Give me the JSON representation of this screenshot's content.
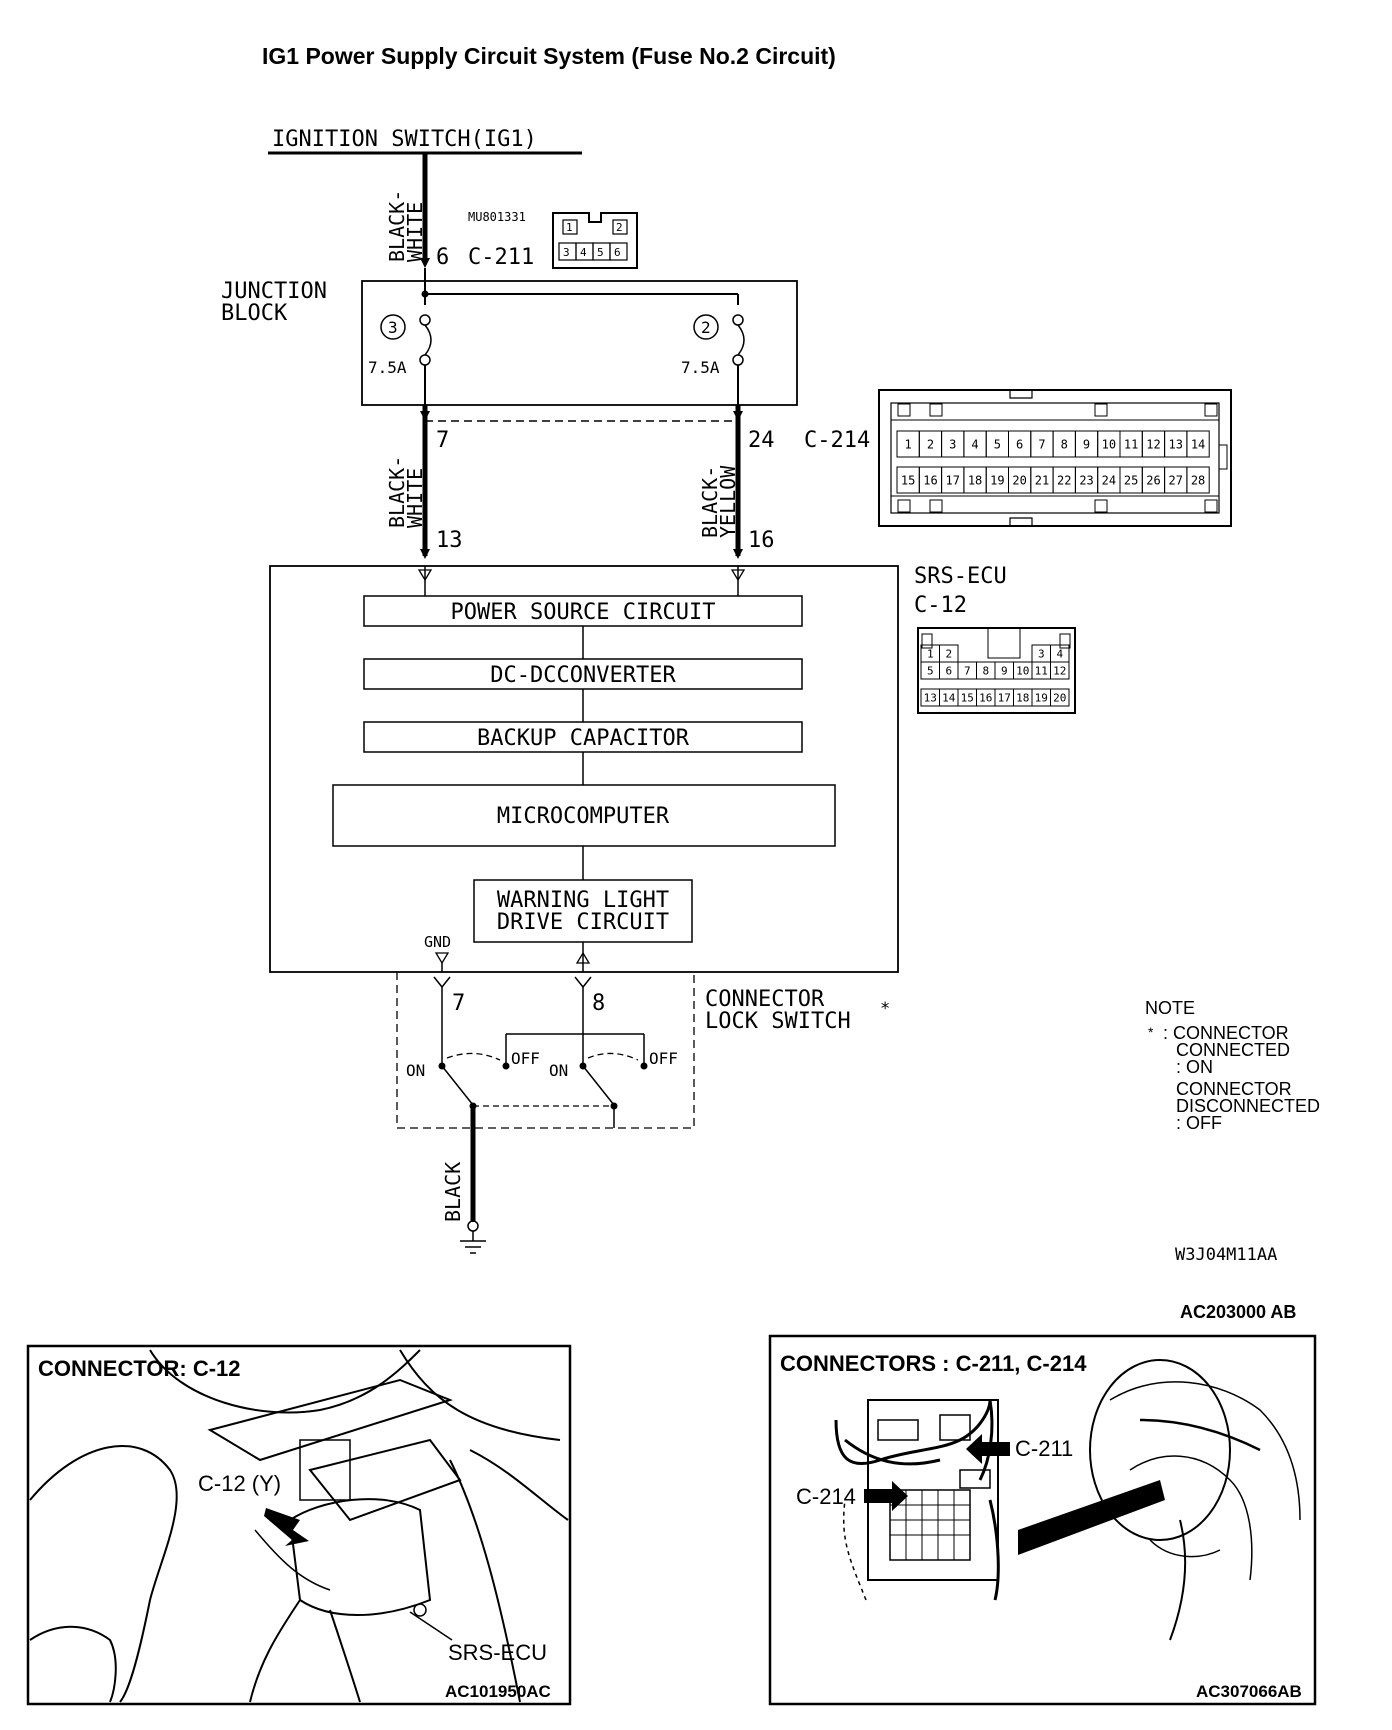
{
  "title": "IG1 Power Supply Circuit System (Fuse No.2 Circuit)",
  "schematic": {
    "ignition_switch": "IGNITION SWITCH(IG1)",
    "wire_black_white_1": [
      "BLACK-",
      "WHITE"
    ],
    "connector_c211": {
      "pin": "6",
      "name": "C-211",
      "part_number": "MU801331",
      "pins": [
        "1",
        "2",
        "3",
        "4",
        "5",
        "6"
      ]
    },
    "junction_block": [
      "JUNCTION",
      "BLOCK"
    ],
    "fuse_left": {
      "number": "3",
      "rating": "7.5A"
    },
    "fuse_right": {
      "number": "2",
      "rating": "7.5A"
    },
    "wire_black_white_2": [
      "BLACK-",
      "WHITE"
    ],
    "wire_black_yellow": [
      "BLACK-",
      "YELLOW"
    ],
    "pin_7": "7",
    "pin_24": "24",
    "pin_13": "13",
    "pin_16": "16",
    "connector_c214": {
      "name": "C-214",
      "top_row": [
        "1",
        "2",
        "3",
        "4",
        "5",
        "6",
        "7",
        "8",
        "9",
        "10",
        "11",
        "12",
        "13",
        "14"
      ],
      "bottom_row": [
        "15",
        "16",
        "17",
        "18",
        "19",
        "20",
        "21",
        "22",
        "23",
        "24",
        "25",
        "26",
        "27",
        "28"
      ]
    },
    "srs_ecu": {
      "name": "SRS-ECU",
      "connector": "C-12",
      "row1": [
        "1",
        "2",
        "3",
        "4"
      ],
      "row2": [
        "5",
        "6",
        "7",
        "8",
        "9",
        "10",
        "11",
        "12"
      ],
      "row3": [
        "13",
        "14",
        "15",
        "16",
        "17",
        "18",
        "19",
        "20"
      ]
    },
    "blocks": {
      "power_source": "POWER SOURCE CIRCUIT",
      "dc_dc": "DC-DCCONVERTER",
      "backup": "BACKUP CAPACITOR",
      "micro": "MICROCOMPUTER",
      "warning": [
        "WARNING LIGHT",
        "DRIVE CIRCUIT"
      ]
    },
    "gnd": "GND",
    "pin_out_7": "7",
    "pin_out_8": "8",
    "lock_switch": [
      "CONNECTOR",
      "LOCK SWITCH"
    ],
    "switch_on": "ON",
    "switch_off": "OFF",
    "wire_black": "BLACK",
    "note": {
      "heading": "NOTE",
      "lines": [
        ": CONNECTOR",
        "CONNECTED",
        ": ON",
        "CONNECTOR",
        "DISCONNECTED",
        ": OFF"
      ]
    },
    "drawing_code": "W3J04M11AA",
    "figure_code": "AC203000 AB"
  },
  "location_left": {
    "heading": "CONNECTOR: C-12",
    "callout_connector": "C-12 (Y)",
    "callout_ecu": "SRS-ECU",
    "code": "AC101950AC"
  },
  "location_right": {
    "heading": "CONNECTORS : C-211, C-214",
    "callout_c211": "C-211",
    "callout_c214": "C-214",
    "code": "AC307066AB"
  }
}
